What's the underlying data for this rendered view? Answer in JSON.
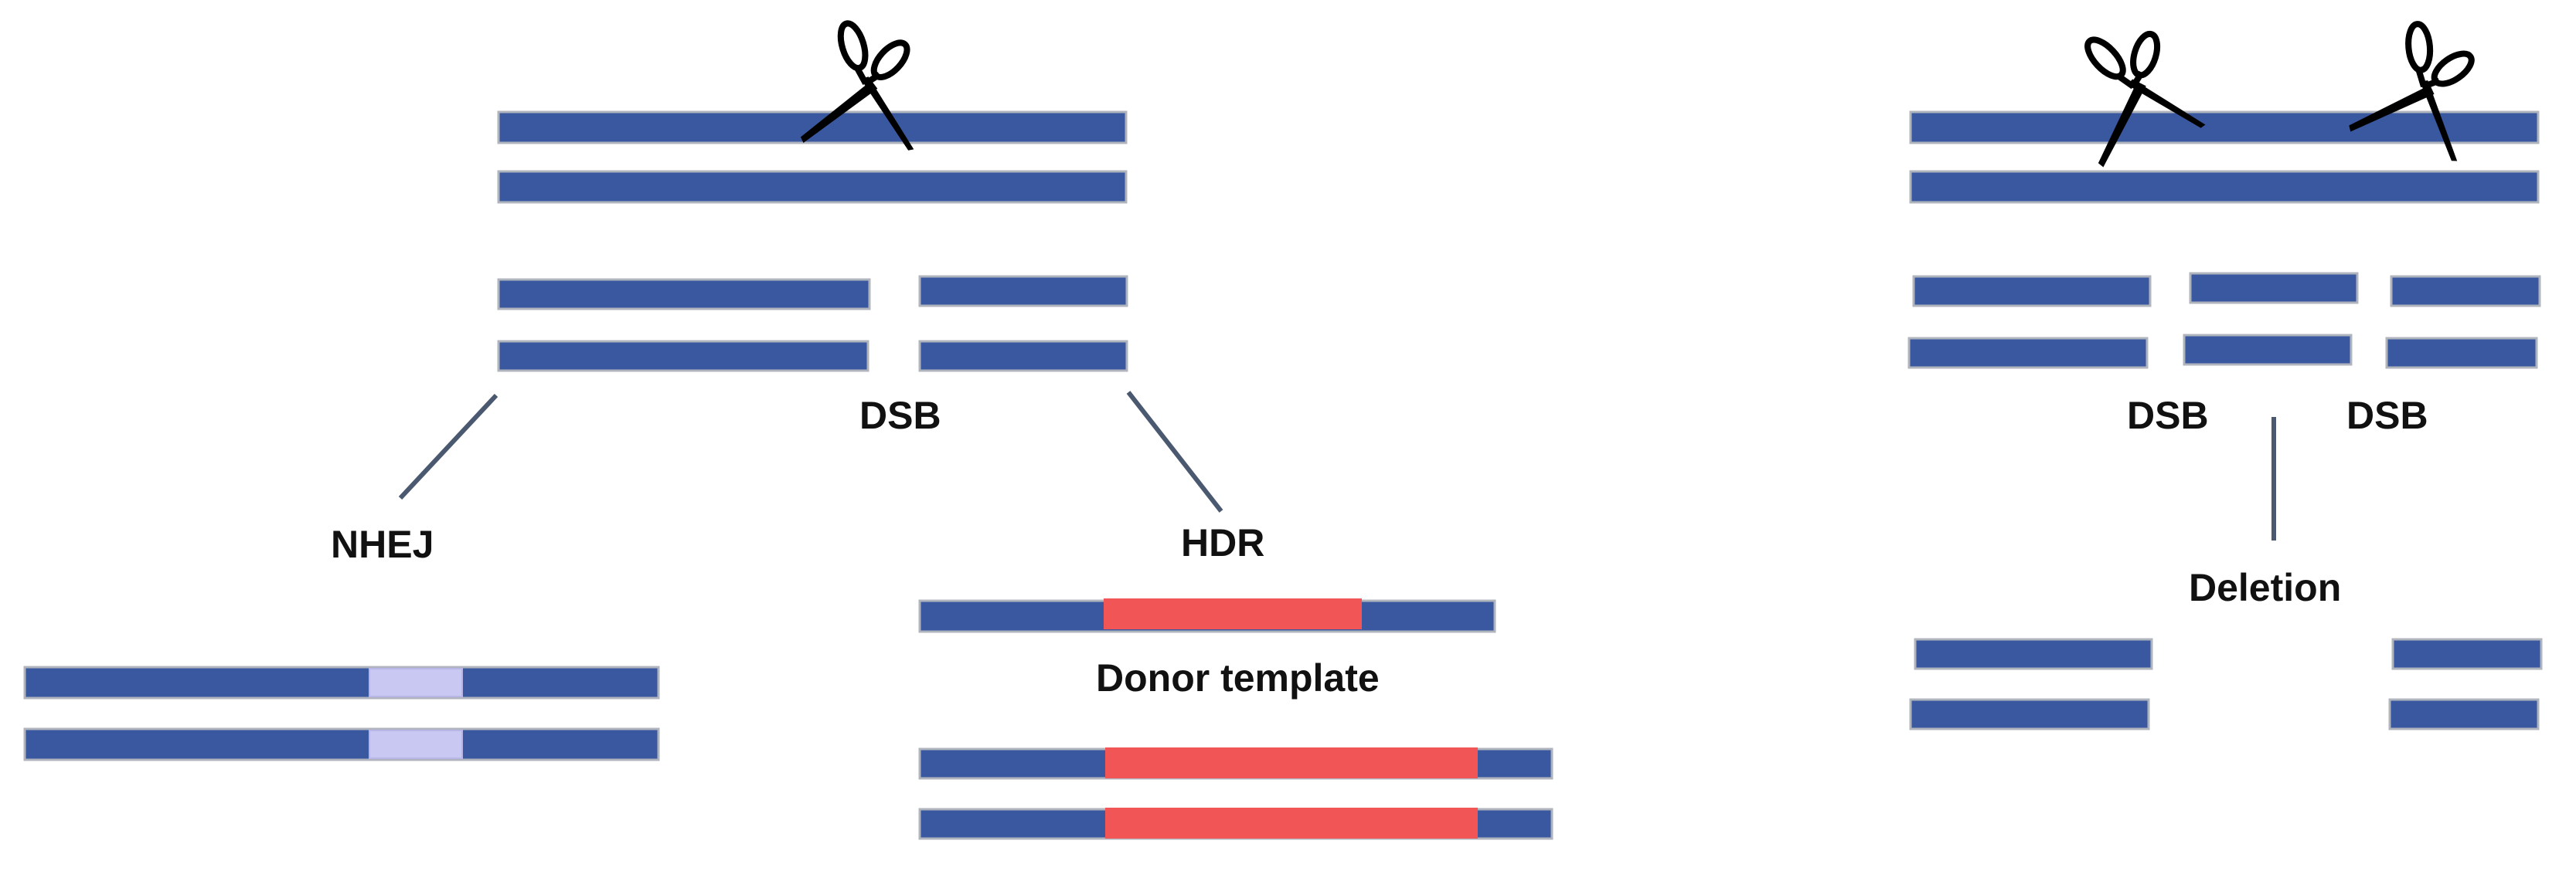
{
  "labels": {
    "dsb_left": "DSB",
    "nhej": "NHEJ",
    "hdr": "HDR",
    "donor_template": "Donor template",
    "dsb_right_a": "DSB",
    "dsb_right_b": "DSB",
    "deletion": "Deletion"
  },
  "colors": {
    "dna_strand": "#3a58a0",
    "dna_highlight": "#6f86c0",
    "dna_shadow": "#b0b4bc",
    "nhej_repair": "#c9c8f2",
    "hdr_insert": "#f25555",
    "connector": "#4a5870",
    "text": "#111111"
  },
  "icons": [
    "scissors-icon",
    "scissors-icon",
    "scissors-icon"
  ]
}
